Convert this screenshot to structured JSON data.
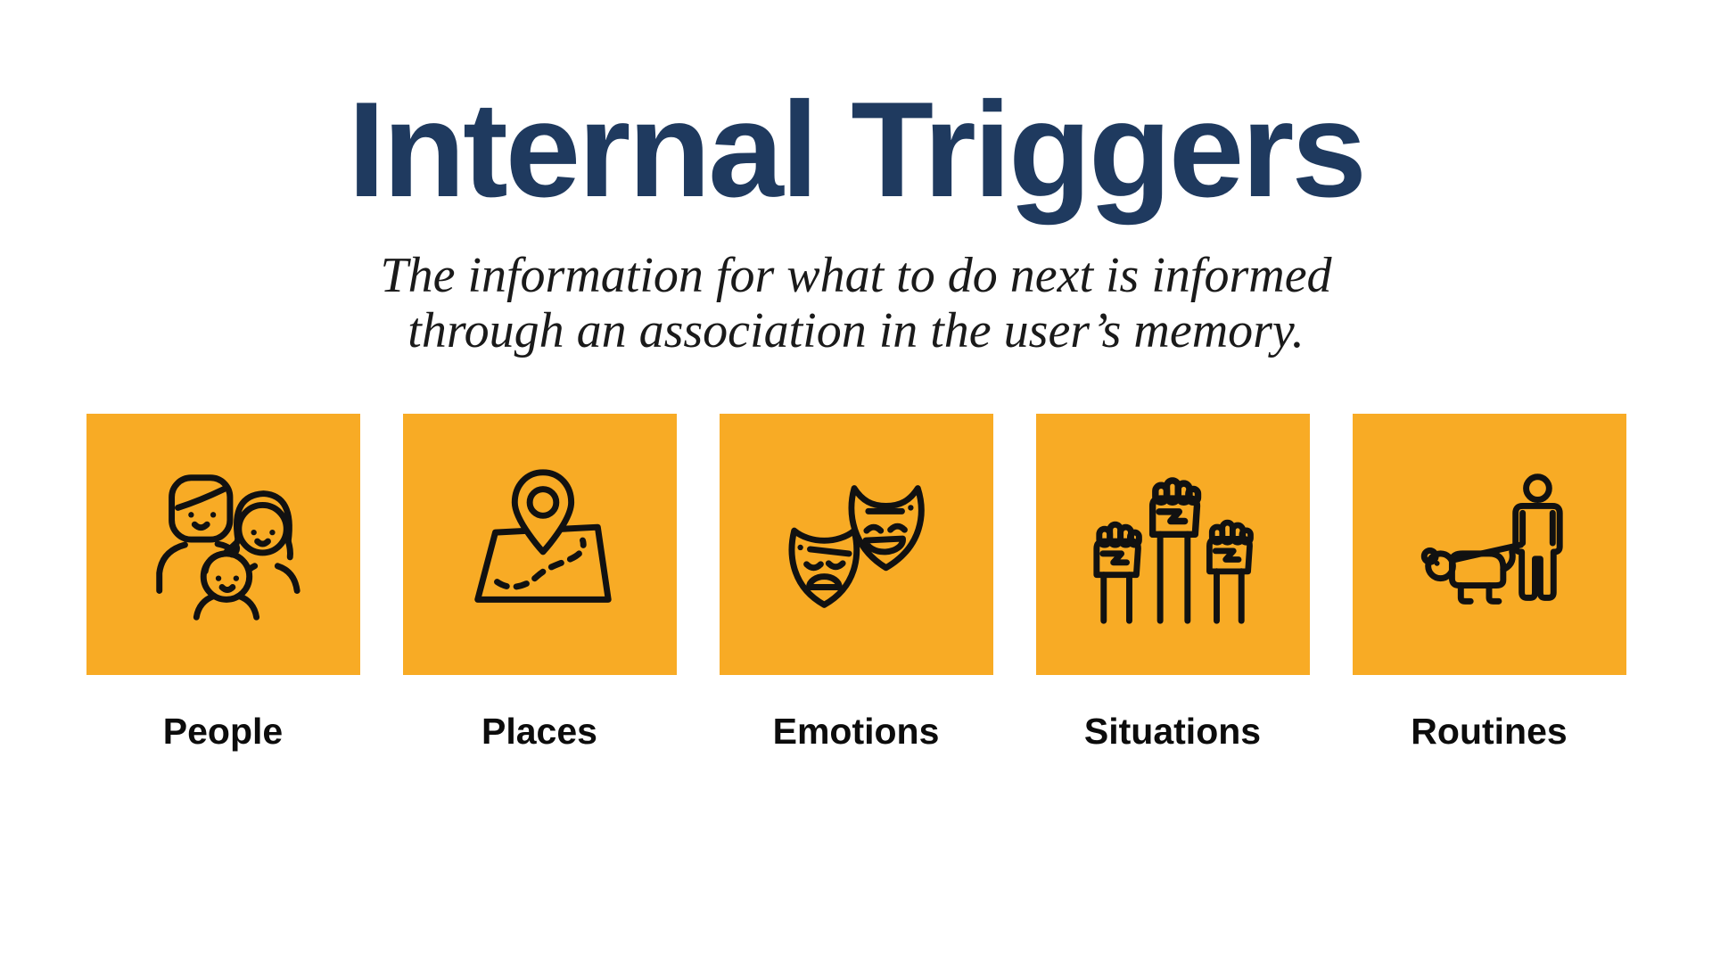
{
  "slide": {
    "title": "Internal Triggers",
    "subtitle": {
      "line1": "The information for what to do next is informed",
      "line2": "through an association in the user’s memory."
    },
    "cards": [
      {
        "label": "People",
        "icon": "family-icon"
      },
      {
        "label": "Places",
        "icon": "map-route-pin-icon"
      },
      {
        "label": "Emotions",
        "icon": "theater-masks-icon"
      },
      {
        "label": "Situations",
        "icon": "raised-fists-icon"
      },
      {
        "label": "Routines",
        "icon": "person-walking-dog-icon"
      }
    ],
    "colors": {
      "background": "#FFFFFF",
      "title_navy": "#1F3A5F",
      "subtitle_text": "#1A1A1A",
      "card_amber": "#F8AB25",
      "icon_stroke": "#111111",
      "label_text": "#0C0C0C"
    }
  }
}
